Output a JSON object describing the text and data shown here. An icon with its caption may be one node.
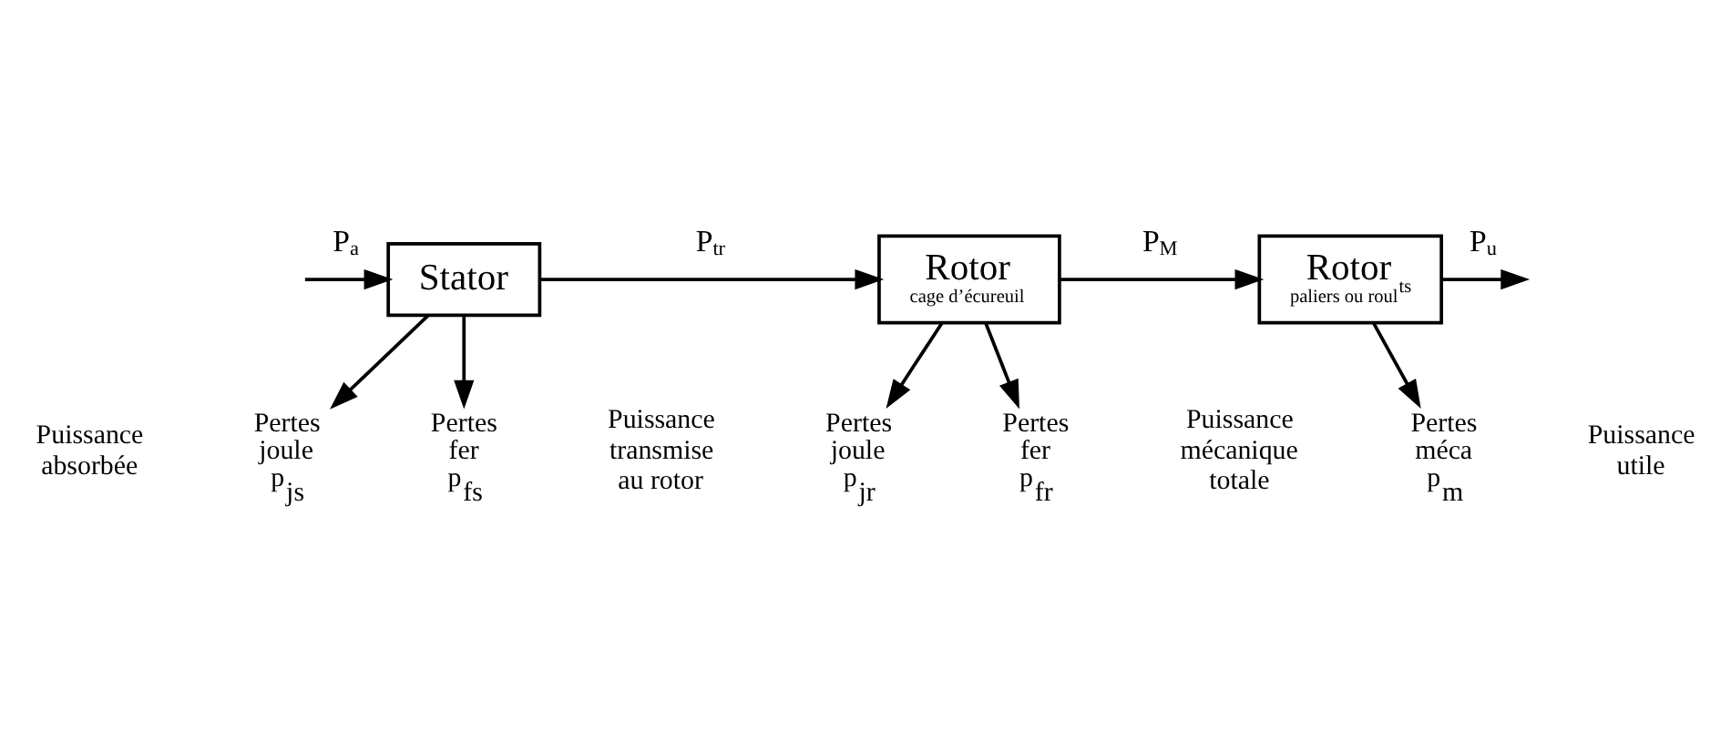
{
  "diagram": {
    "nodes": [
      {
        "text": [
          "Stator"
        ]
      },
      {
        "text": [
          "Rotor",
          "cage d’écureuil"
        ]
      },
      {
        "text": [
          "Rotor",
          "paliers ou roul$^{ts}$"
        ]
      },
      {
        "text": [
          "Pertes joule",
          "p$_{js}$"
        ]
      },
      {
        "text": [
          "Pertes fer",
          "p$_{fs}$"
        ]
      },
      {
        "text": [
          "Pertes joule",
          "p$_{jr}$"
        ]
      },
      {
        "text": [
          "Pertes fer",
          "p$_{fr}$"
        ]
      },
      {
        "text": [
          "Pertes méca",
          "p$_{m}$"
        ]
      }
    ],
    "edges": [
      {
        "from": null,
        "to": 0,
        "arrow": "to",
        "label": "P$_{a}$"
      },
      {
        "from": 0,
        "to": 1,
        "arrow": "to",
        "label": "P$_{tr}$"
      },
      {
        "from": 1,
        "to": 2,
        "arrow": "to",
        "label": "P$_{M}$"
      },
      {
        "from": 2,
        "to": null,
        "arrow": "to",
        "label": "P$_{u}$"
      },
      {
        "from": 0,
        "to": 3,
        "arrow": "to"
      },
      {
        "from": 0,
        "to": 4,
        "arrow": "to"
      },
      {
        "from": 1,
        "to": 5,
        "arrow": "to"
      },
      {
        "from": 1,
        "to": 6,
        "arrow": "to"
      },
      {
        "from": 2,
        "to": 7,
        "arrow": "to"
      }
    ],
    "labels": [
      "Puissance absorbée",
      "Puissance transmise au rotor",
      "Puissance mécanique totale",
      "Puissance utile"
    ]
  }
}
